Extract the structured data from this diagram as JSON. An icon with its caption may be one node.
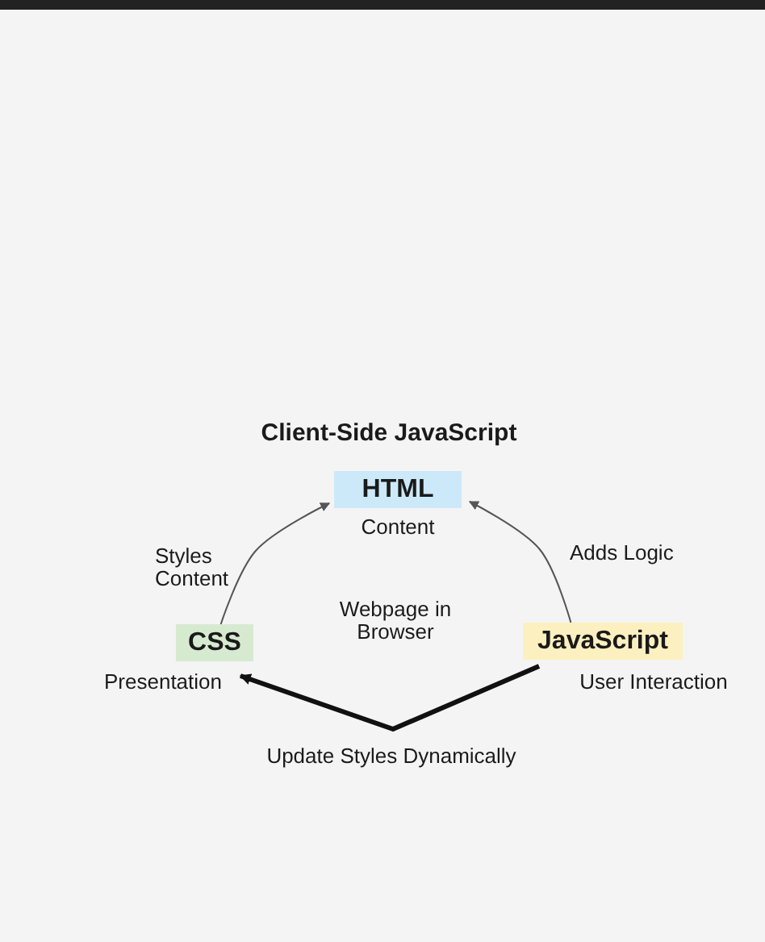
{
  "diagram": {
    "title": "Client-Side JavaScript",
    "nodes": [
      {
        "text": [
          "HTML"
        ],
        "beside": [
          "Content"
        ]
      },
      {
        "text": [
          "CSS"
        ],
        "beside": [
          "Presentation"
        ]
      },
      {
        "text": [
          "JavaScript"
        ],
        "beside": [
          "User Interaction"
        ]
      }
    ],
    "edges": [
      {
        "from": 1,
        "to": 0,
        "arrow": "to",
        "label": "Styles Content"
      },
      {
        "from": 2,
        "to": 0,
        "arrow": "to",
        "label": "Adds Logic"
      },
      {
        "from": 2,
        "to": 1,
        "arrow": "to",
        "label": "Update Styles Dynamically",
        "style": "thick",
        "color": "#111111"
      }
    ],
    "labels": [
      "Webpage in Browser"
    ]
  }
}
